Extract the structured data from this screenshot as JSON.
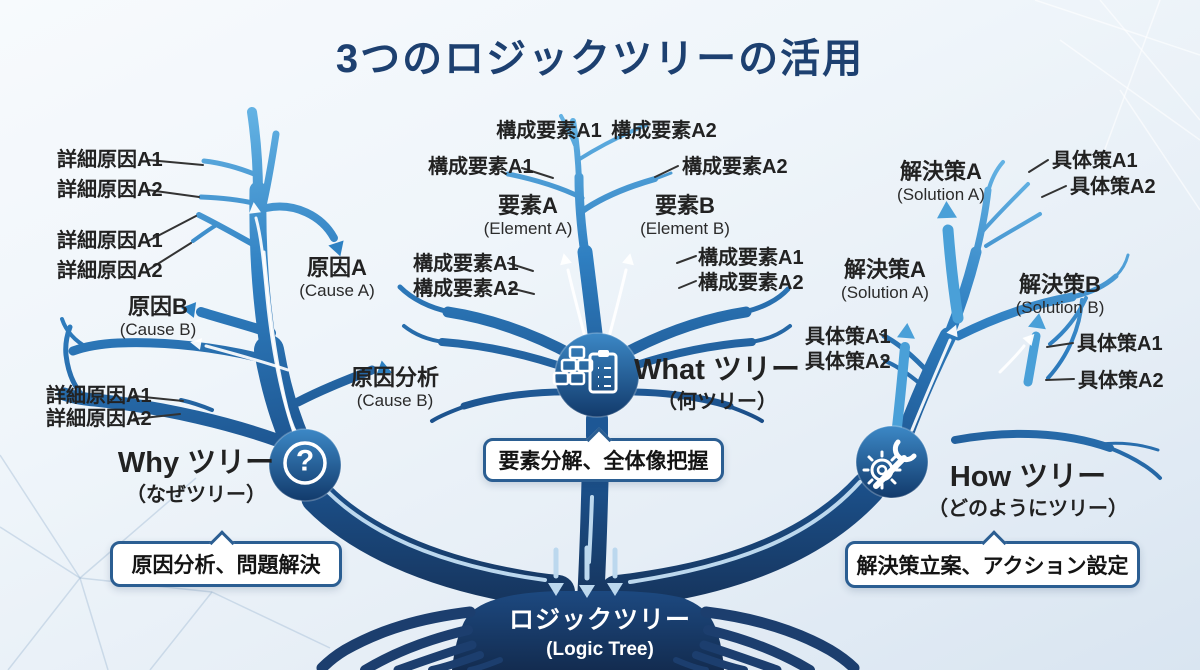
{
  "title": "3つのロジックツリーの活用",
  "why_tree": {
    "name": "Why ツリー",
    "reading": "（なぜツリー）",
    "icon": "question-icon",
    "icon_glyph": "?",
    "usage_box": "原因分析、問題解決",
    "labels": {
      "detail_top_a1": "詳細原因A1",
      "detail_top_a2": "詳細原因A2",
      "detail_mid_a1": "詳細原因A1",
      "detail_mid_a2": "詳細原因A2",
      "detail_bottom_a1": "詳細原因A1",
      "detail_bottom_a2": "詳細原因A2",
      "cause_a": "原因A",
      "cause_a_en": "(Cause A)",
      "cause_b": "原因B",
      "cause_b_en": "(Cause B)",
      "analysis": "原因分析",
      "analysis_en": "(Cause B)"
    }
  },
  "what_tree": {
    "name": "What ツリー",
    "reading": "（何ツリー）",
    "icon": "hierarchy-clipboard-icon",
    "usage_box": "要素分解、全体像把握",
    "labels": {
      "comp_top_a1": "構成要素A1",
      "comp_top_a2": "構成要素A2",
      "comp_upper_left_a1": "構成要素A1",
      "comp_upper_right_a2": "構成要素A2",
      "element_a": "要素A",
      "element_a_en": "(Element A)",
      "element_b": "要素B",
      "element_b_en": "(Element B)",
      "comp_lower_left_a1": "構成要素A1",
      "comp_lower_left_a2": "構成要素A2",
      "comp_lower_right_a1": "構成要素A1",
      "comp_lower_right_a2": "構成要素A2"
    }
  },
  "how_tree": {
    "name": "How ツリー",
    "reading": "（どのようにツリー）",
    "icon": "gear-wrench-icon",
    "usage_box": "解決策立案、アクション設定",
    "labels": {
      "solution_a_top": "解決策A",
      "solution_a_top_en": "(Solution A)",
      "tactic_top_a1": "具体策A1",
      "tactic_top_a2": "具体策A2",
      "solution_a_mid": "解決策A",
      "solution_a_mid_en": "(Solution A)",
      "solution_b": "解決策B",
      "solution_b_en": "(Solution B)",
      "tactic_left_a1": "具体策A1",
      "tactic_left_a2": "具体策A2",
      "tactic_right_a1": "具体策A1",
      "tactic_right_a2": "具体策A2"
    }
  },
  "root": {
    "label": "ロジックツリー",
    "label_en": "(Logic Tree)"
  },
  "colors": {
    "title": "#1d4070",
    "branch_light": "#5fb0e2",
    "branch_mid": "#2e81c2",
    "branch_deep": "#1a4d87",
    "trunk_navy": "#16355e",
    "box_border": "#2b5e92",
    "pale_arrow": "#bcd8ee",
    "light_arrow": "#4aa0d8",
    "text": "#222222"
  }
}
